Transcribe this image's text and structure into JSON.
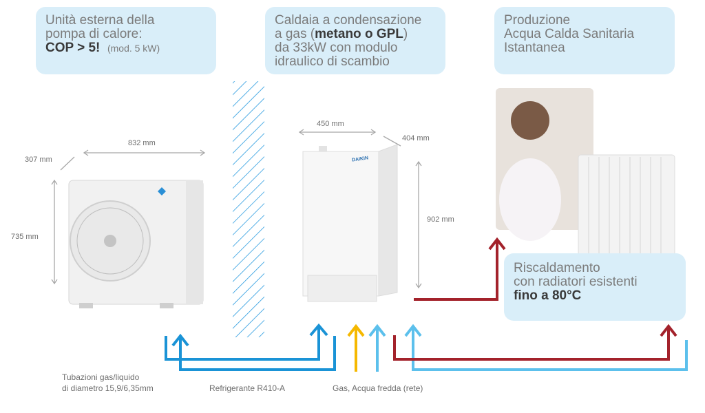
{
  "boxes": {
    "outdoor": {
      "line1": "Unità esterna della",
      "line2": "pompa di calore:",
      "bold": "COP > 5!",
      "note": "(mod. 5 kW)"
    },
    "boiler": {
      "line1": "Caldaia a condensazione",
      "pre": "a gas (",
      "bold": "metano o GPL",
      "post": ")",
      "line3": "da 33kW  con modulo",
      "line4": "idraulico di scambio"
    },
    "dhw": {
      "line1": "Produzione",
      "line2": "Acqua Calda Sanitaria",
      "line3": "Istantanea"
    },
    "heating": {
      "line1": "Riscaldamento",
      "line2": "con radiatori esistenti",
      "bold": "fino a 80°C"
    }
  },
  "dimensions": {
    "outdoor_width": "832 mm",
    "outdoor_depth": "307 mm",
    "outdoor_height": "735 mm",
    "boiler_width": "450 mm",
    "boiler_depth": "404 mm",
    "boiler_height": "902 mm"
  },
  "labels": {
    "pipes_line1": "Tubazioni gas/liquido",
    "pipes_line2": "di diametro 15,9/6,35mm",
    "refrigerant": "Refrigerante R410-A",
    "gas_water": "Gas, Acqua fredda (rete)"
  },
  "brand": "DAIKIN",
  "colors": {
    "refrigerant": "#1a93d6",
    "cold_water": "#5cc0ec",
    "gas": "#f5b800",
    "hot_water": "#a3222b",
    "box_bg": "#d9eef9"
  }
}
